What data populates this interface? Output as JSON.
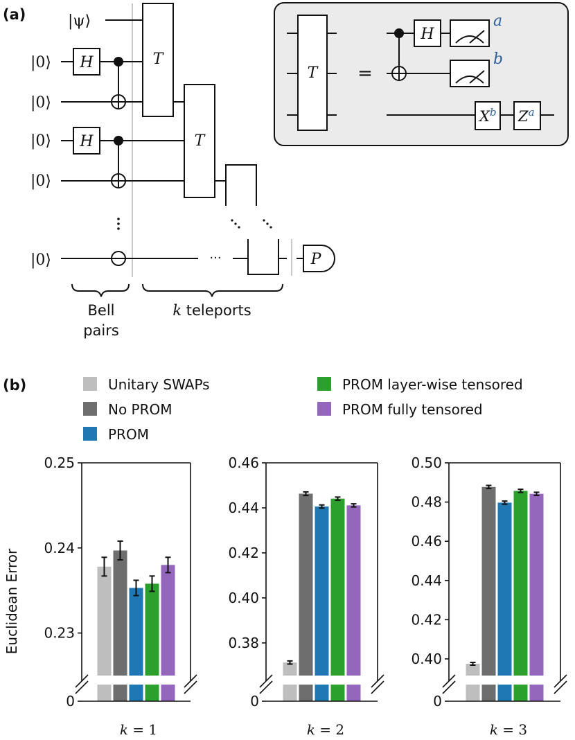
{
  "panel_a": {
    "label": "(a)",
    "inputs": [
      "|ψ⟩",
      "|0⟩",
      "|0⟩",
      "|0⟩",
      "|0⟩",
      "|0⟩"
    ],
    "hadamard_label": "H",
    "teleport_label": "T",
    "projector_label": "P",
    "ellipsis_h": "···",
    "brace_bell": [
      "Bell",
      "pairs"
    ],
    "brace_teleports_k": "k",
    "brace_teleports_rest": " teleports",
    "inset": {
      "lhs_label": "T",
      "equals": "=",
      "hadamard_label": "H",
      "meas_a": "a",
      "meas_b": "b",
      "xgate_base": "X",
      "xgate_sup": "b",
      "zgate_base": "Z",
      "zgate_sup": "a"
    }
  },
  "panel_b": {
    "label": "(b)",
    "ylabel": "Euclidean Error",
    "colors": {
      "unitary": "#bebebe",
      "noprom": "#6e6e6e",
      "prom": "#1f77b4",
      "layer": "#2ca02c",
      "fully": "#9467bd"
    }
  },
  "chart_data": [
    {
      "type": "bar",
      "title": "k = 1",
      "xlabel": "k = 1",
      "ylabel": "Euclidean Error",
      "axis_break": true,
      "ylim": [
        0.225,
        0.25
      ],
      "yticks": [
        "0.25",
        "0.24",
        "0.23"
      ],
      "ytick_values": [
        0.25,
        0.24,
        0.23
      ],
      "zero_tick": "0",
      "legend": {
        "placement": "top"
      },
      "series": [
        {
          "name": "Unitary SWAPs",
          "value": 0.2378,
          "err": 0.0011
        },
        {
          "name": "No PROM",
          "value": 0.2397,
          "err": 0.0011
        },
        {
          "name": "PROM",
          "value": 0.2353,
          "err": 0.0009
        },
        {
          "name": "PROM layer-wise tensored",
          "value": 0.2358,
          "err": 0.0009
        },
        {
          "name": "PROM fully tensored",
          "value": 0.238,
          "err": 0.0009
        }
      ]
    },
    {
      "type": "bar",
      "title": "k = 2",
      "xlabel": "k = 2",
      "axis_break": true,
      "ylim": [
        0.3655,
        0.46
      ],
      "yticks": [
        "0.46",
        "0.44",
        "0.42",
        "0.40",
        "0.38"
      ],
      "ytick_values": [
        0.46,
        0.44,
        0.42,
        0.4,
        0.38
      ],
      "zero_tick": "0",
      "series": [
        {
          "name": "Unitary SWAPs",
          "value": 0.3713,
          "err": 0.0007
        },
        {
          "name": "No PROM",
          "value": 0.4463,
          "err": 0.0008
        },
        {
          "name": "PROM",
          "value": 0.4406,
          "err": 0.0007
        },
        {
          "name": "PROM layer-wise tensored",
          "value": 0.4441,
          "err": 0.0007
        },
        {
          "name": "PROM fully tensored",
          "value": 0.4411,
          "err": 0.0007
        }
      ]
    },
    {
      "type": "bar",
      "title": "k = 3",
      "xlabel": "k = 3",
      "axis_break": true,
      "ylim": [
        0.3915,
        0.5
      ],
      "yticks": [
        "0.50",
        "0.48",
        "0.46",
        "0.44",
        "0.42",
        "0.40"
      ],
      "ytick_values": [
        0.5,
        0.48,
        0.46,
        0.44,
        0.42,
        0.4
      ],
      "zero_tick": "0",
      "series": [
        {
          "name": "Unitary SWAPs",
          "value": 0.3975,
          "err": 0.0007
        },
        {
          "name": "No PROM",
          "value": 0.4877,
          "err": 0.0008
        },
        {
          "name": "PROM",
          "value": 0.4797,
          "err": 0.0008
        },
        {
          "name": "PROM layer-wise tensored",
          "value": 0.4857,
          "err": 0.0008
        },
        {
          "name": "PROM fully tensored",
          "value": 0.4842,
          "err": 0.0008
        }
      ]
    }
  ]
}
